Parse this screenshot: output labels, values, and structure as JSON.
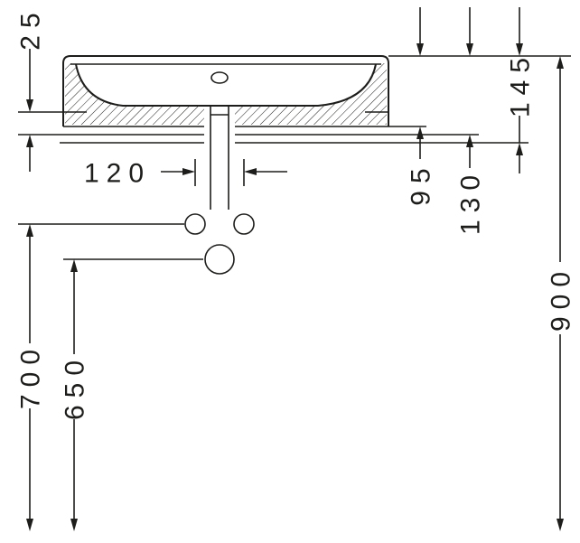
{
  "colors": {
    "line": "#1d1d1b",
    "background": "#ffffff"
  },
  "dimensions": {
    "rim_thickness": "25",
    "outlet_spacing": "120",
    "depth_95": "95",
    "depth_130": "130",
    "depth_145": "145",
    "height_900": "900",
    "height_700": "700",
    "height_650": "650"
  }
}
